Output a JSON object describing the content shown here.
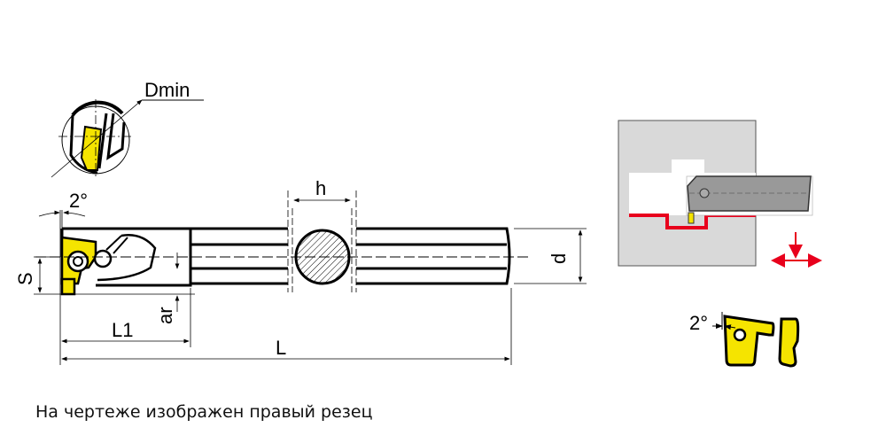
{
  "labels": {
    "dmin": "Dmin",
    "angle_top": "2°",
    "h": "h",
    "s": "S",
    "d": "d",
    "ar": "ar",
    "l1": "L1",
    "l": "L",
    "angle_insert": "2°"
  },
  "caption": "На чертеже изображен правый резец",
  "colors": {
    "insert": "#f5e400",
    "workpiece": "#d9d9d9",
    "cut_path": "#e8001c",
    "tool_body": "#8c8c8c"
  }
}
